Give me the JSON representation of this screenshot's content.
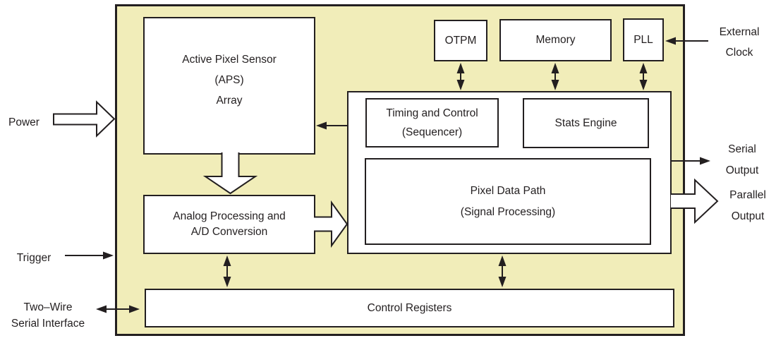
{
  "colors": {
    "chip_fill": "#f1edb9",
    "line": "#231f20",
    "block_fill": "#ffffff"
  },
  "blocks": {
    "aps": {
      "lines": [
        "Active Pixel Sensor",
        "(APS)",
        "Array"
      ]
    },
    "analog": {
      "lines": [
        "Analog Processing and",
        "A/D Conversion"
      ]
    },
    "timing": {
      "lines": [
        "Timing and Control",
        "(Sequencer)"
      ]
    },
    "stats": {
      "label": "Stats Engine"
    },
    "pixel_data_path": {
      "lines": [
        "Pixel Data Path",
        "(Signal Processing)"
      ]
    },
    "control_registers": {
      "label": "Control Registers"
    },
    "otpm": {
      "label": "OTPM"
    },
    "memory": {
      "label": "Memory"
    },
    "pll": {
      "label": "PLL"
    }
  },
  "io_labels": {
    "power": "Power",
    "trigger": "Trigger",
    "two_wire": {
      "lines": [
        "Two–Wire",
        "Serial Interface"
      ]
    },
    "external_clock": {
      "lines": [
        "External",
        "Clock"
      ]
    },
    "serial_output": {
      "lines": [
        "Serial",
        "Output"
      ]
    },
    "parallel_output": {
      "lines": [
        "Parallel",
        "Output"
      ]
    }
  },
  "connections": [
    {
      "name": "power-input",
      "from": "Power",
      "to": "chip",
      "style": "block-arrow",
      "direction": "right"
    },
    {
      "name": "aps-to-analog",
      "from": "APS Array",
      "to": "Analog Processing and A/D Conversion",
      "style": "block-arrow",
      "direction": "down"
    },
    {
      "name": "analog-to-digital-core",
      "from": "Analog Processing and A/D Conversion",
      "to": "Pixel Data Path block",
      "style": "block-arrow",
      "direction": "right"
    },
    {
      "name": "parallel-output",
      "from": "digital core",
      "to": "Parallel Output",
      "style": "block-arrow",
      "direction": "right"
    },
    {
      "name": "timing-to-aps",
      "from": "Timing and Control (Sequencer)",
      "to": "APS Array",
      "style": "thin-arrow",
      "direction": "left"
    },
    {
      "name": "external-clock-to-pll",
      "from": "External Clock",
      "to": "PLL",
      "style": "thin-arrow",
      "direction": "left"
    },
    {
      "name": "trigger-input",
      "from": "Trigger",
      "to": "chip",
      "style": "thin-arrow",
      "direction": "right"
    },
    {
      "name": "serial-output",
      "from": "digital core",
      "to": "Serial Output",
      "style": "thin-arrow",
      "direction": "right"
    },
    {
      "name": "two-wire-to-control-registers",
      "from": "Two–Wire Serial Interface",
      "to": "Control Registers",
      "style": "thin-arrow",
      "direction": "both"
    },
    {
      "name": "otpm-link",
      "from": "OTPM",
      "to": "digital core",
      "style": "thin-arrow",
      "direction": "both"
    },
    {
      "name": "memory-link",
      "from": "Memory",
      "to": "digital core",
      "style": "thin-arrow",
      "direction": "both"
    },
    {
      "name": "pll-link",
      "from": "PLL",
      "to": "digital core",
      "style": "thin-arrow",
      "direction": "both"
    },
    {
      "name": "analog-to-control-registers",
      "from": "Analog Processing and A/D Conversion",
      "to": "Control Registers",
      "style": "thin-arrow",
      "direction": "both"
    },
    {
      "name": "core-to-control-registers",
      "from": "digital core",
      "to": "Control Registers",
      "style": "thin-arrow",
      "direction": "both"
    }
  ]
}
